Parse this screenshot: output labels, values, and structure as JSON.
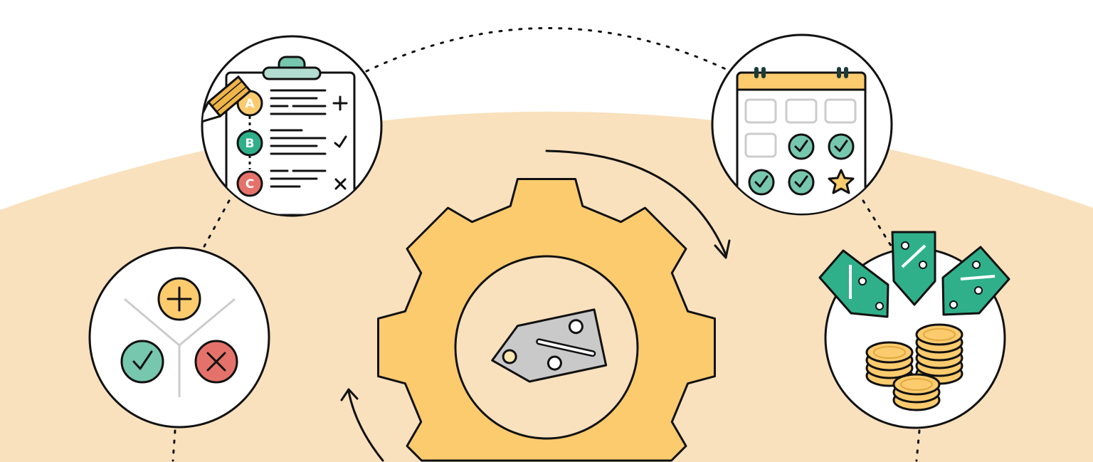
{
  "colors": {
    "background": "#ffffff",
    "hill": "#f9e1bd",
    "gear": "#fbcb6e",
    "green": "#2fb08a",
    "light_green": "#76c7ad",
    "red": "#e5726a",
    "yellow": "#fbcb6e",
    "tag_gray": "#c9c9c9",
    "ink": "#111111"
  },
  "clipboard": {
    "options": [
      {
        "letter": "A",
        "mark": "plus"
      },
      {
        "letter": "B",
        "mark": "check"
      },
      {
        "letter": "C",
        "mark": "cross"
      }
    ]
  },
  "icons": [
    "clipboard-icon",
    "pencil-icon",
    "calendar-icon",
    "check-icon",
    "star-icon",
    "plus-icon",
    "cross-icon",
    "gear-icon",
    "price-tag-icon",
    "coins-icon",
    "cycle-arrow-icon"
  ]
}
